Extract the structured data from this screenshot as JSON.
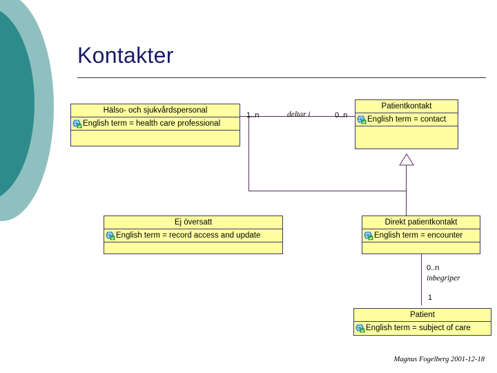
{
  "slide": {
    "title": "Kontakter",
    "footer": "Magnus Fogelberg 2001-12-18"
  },
  "icons": {
    "globe": "globe-link-icon"
  },
  "classes": [
    {
      "id": "halso",
      "name": "Hälso- och sjukvårdspersonal",
      "attribute": "English term = health care professional"
    },
    {
      "id": "patientkontakt",
      "name": "Patientkontakt",
      "attribute": "English term = contact"
    },
    {
      "id": "ej-oversatt",
      "name": "Ej översatt",
      "attribute": "English term = record access and update"
    },
    {
      "id": "direkt-patientkontakt",
      "name": "Direkt patientkontakt",
      "attribute": "English term = encounter"
    },
    {
      "id": "patient",
      "name": "Patient",
      "attribute": "English term = subject of care"
    }
  ],
  "associations": [
    {
      "id": "assoc-top",
      "source_multiplicity": "1..n",
      "label": "deltar i",
      "target_multiplicity": "0..n"
    },
    {
      "id": "assoc-bottom",
      "source_multiplicity": "0..n",
      "label": "inbegriper",
      "target_multiplicity": "1"
    }
  ],
  "colors": {
    "box_fill": "#ffffa0",
    "box_border": "#3a3a6a",
    "line": "#5a2a5a",
    "title": "#1a1a66",
    "deco_front": "#2e8b8b",
    "deco_back": "#8fc0c0"
  }
}
